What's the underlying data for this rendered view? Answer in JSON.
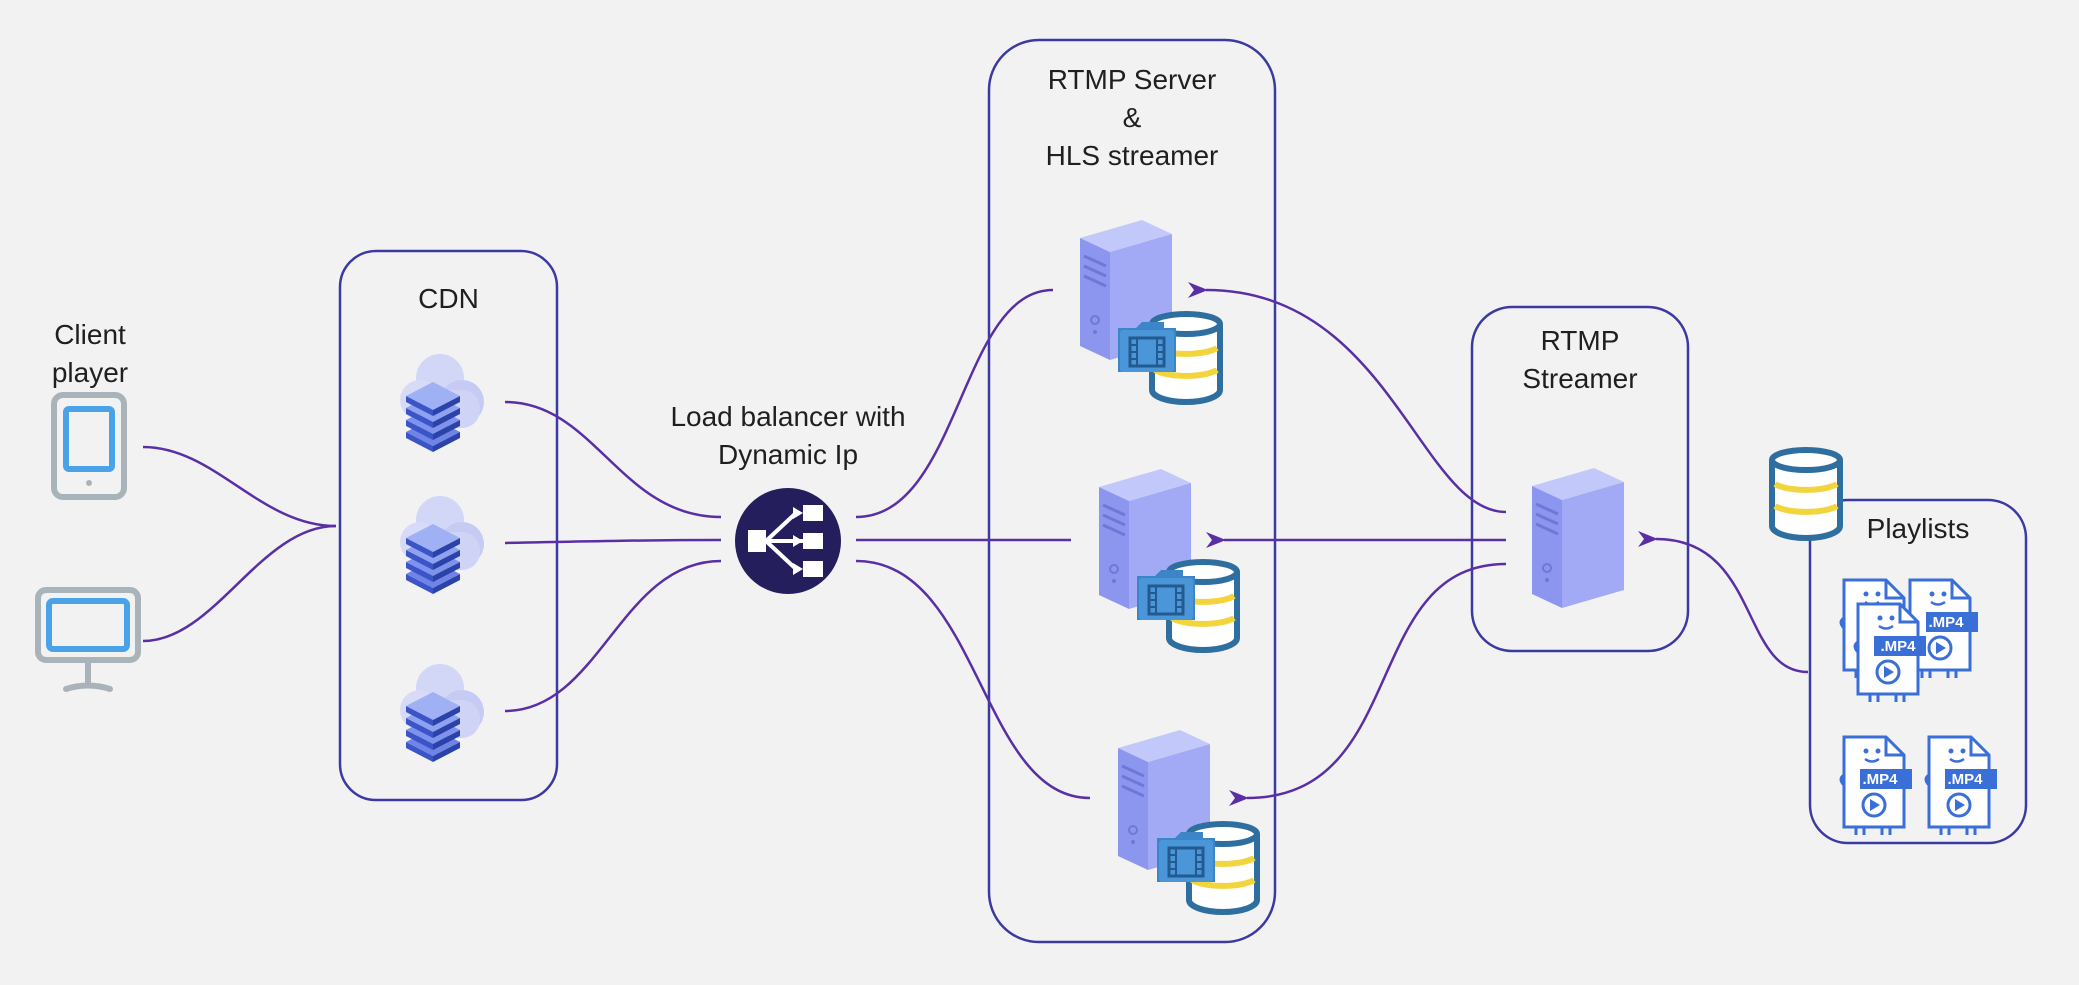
{
  "labels": {
    "client": [
      "Client",
      "player"
    ],
    "cdn": "CDN",
    "load_balancer": [
      "Load balancer with",
      "Dynamic Ip"
    ],
    "rtmp_server": [
      "RTMP Server",
      "&",
      "HLS streamer"
    ],
    "rtmp_streamer": [
      "RTMP",
      "Streamer"
    ],
    "playlists": "Playlists"
  },
  "file_badge": ".MP4",
  "colors": {
    "background": "#f2f2f2",
    "group_border": "#3b3aa3",
    "connector": "#5a2fa6",
    "load_balancer_fill": "#241f5c",
    "server_body": "#a3aaf5",
    "database_stroke": "#2f6fa0",
    "database_band": "#f2d53c",
    "device_blue": "#4aa3e8",
    "device_gray": "#a9b3ba",
    "file_blue": "#3b6fd8"
  },
  "icons": {
    "client_tablet": "tablet-icon",
    "client_monitor": "monitor-icon",
    "cdn_node": "cloud-server-stack-icon",
    "load_balancer": "load-balancer-icon",
    "server": "server-tower-icon",
    "database": "database-icon",
    "video_folder": "video-folder-icon",
    "media_file": "mp4-file-icon"
  }
}
